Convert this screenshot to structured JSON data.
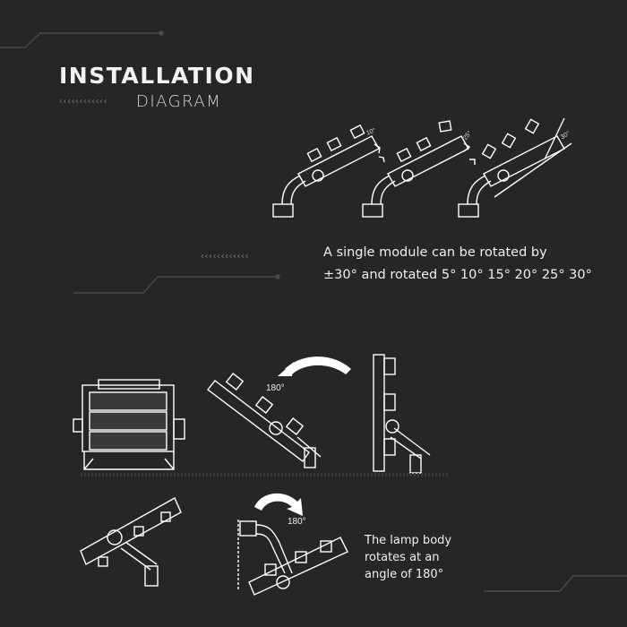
{
  "header": {
    "title": "INSTALLATION",
    "subtitle": "DIAGRAM",
    "chevrons": "‹‹‹‹‹‹‹‹‹‹‹‹"
  },
  "rotation_section": {
    "angle_labels": [
      "10°",
      "25°",
      "30°"
    ],
    "chevrons": "‹‹‹‹‹‹‹‹‹‹‹‹",
    "description_line1": "A single module can be rotated by",
    "description_line2": "±30° and rotated  5° 10° 15° 20° 25° 30°"
  },
  "body_rotation_section": {
    "arrow_label_top": "180°",
    "arrow_label_bottom": "180°",
    "description_line1": "The lamp body",
    "description_line2": "rotates at  an",
    "description_line3": "angle of 180°"
  },
  "colors": {
    "background": "#262626",
    "line_art": "#ffffff",
    "decor_lines": "#4a4a4a",
    "chevrons": "#777777"
  }
}
